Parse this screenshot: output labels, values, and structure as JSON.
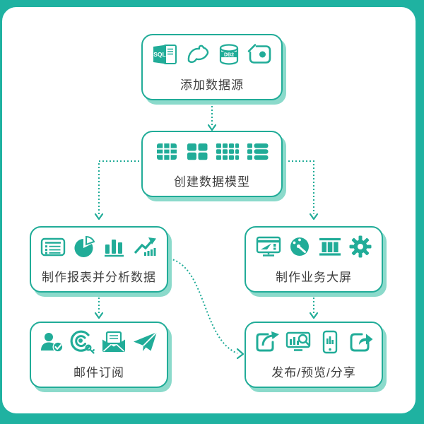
{
  "colors": {
    "teal": "#21AC98",
    "frame_teal": "#1FB2A1",
    "shadow_teal": "#8BDACB",
    "text": "#3E3E3E",
    "background": "#ffffff"
  },
  "nodes": [
    {
      "label": "添加数据源",
      "icons": [
        {
          "name": "sql-server-icon",
          "text": "SQL"
        },
        {
          "name": "mysql-dolphin-icon"
        },
        {
          "name": "db2-icon",
          "text": "DB2"
        },
        {
          "name": "database-icon"
        }
      ]
    },
    {
      "label": "创建数据模型",
      "icons": [
        {
          "name": "table-grid-icon"
        },
        {
          "name": "tiles-icon"
        },
        {
          "name": "cells-icon"
        },
        {
          "name": "list-icon"
        }
      ]
    },
    {
      "label": "制作报表并分析数据",
      "icons": [
        {
          "name": "report-icon"
        },
        {
          "name": "pie-chart-icon"
        },
        {
          "name": "bar-chart-icon"
        },
        {
          "name": "trend-arrow-icon"
        }
      ]
    },
    {
      "label": "制作业务大屏",
      "icons": [
        {
          "name": "dashboard-screen-icon"
        },
        {
          "name": "gauge-icon"
        },
        {
          "name": "columns-layout-icon"
        },
        {
          "name": "gear-icon"
        }
      ]
    },
    {
      "label": "邮件订阅",
      "icons": [
        {
          "name": "subscriber-icon"
        },
        {
          "name": "subscription-target-icon"
        },
        {
          "name": "mail-icon"
        },
        {
          "name": "paper-plane-icon"
        }
      ]
    },
    {
      "label": "发布/预览/分享",
      "icons": [
        {
          "name": "publish-icon"
        },
        {
          "name": "preview-monitor-icon"
        },
        {
          "name": "mobile-preview-icon"
        },
        {
          "name": "share-icon"
        }
      ]
    }
  ],
  "flow": [
    {
      "from": "添加数据源",
      "to": "创建数据模型"
    },
    {
      "from": "创建数据模型",
      "to": "制作报表并分析数据"
    },
    {
      "from": "创建数据模型",
      "to": "制作业务大屏"
    },
    {
      "from": "制作报表并分析数据",
      "to": "邮件订阅"
    },
    {
      "from": "制作报表并分析数据",
      "to": "发布/预览/分享"
    },
    {
      "from": "制作业务大屏",
      "to": "发布/预览/分享"
    }
  ]
}
